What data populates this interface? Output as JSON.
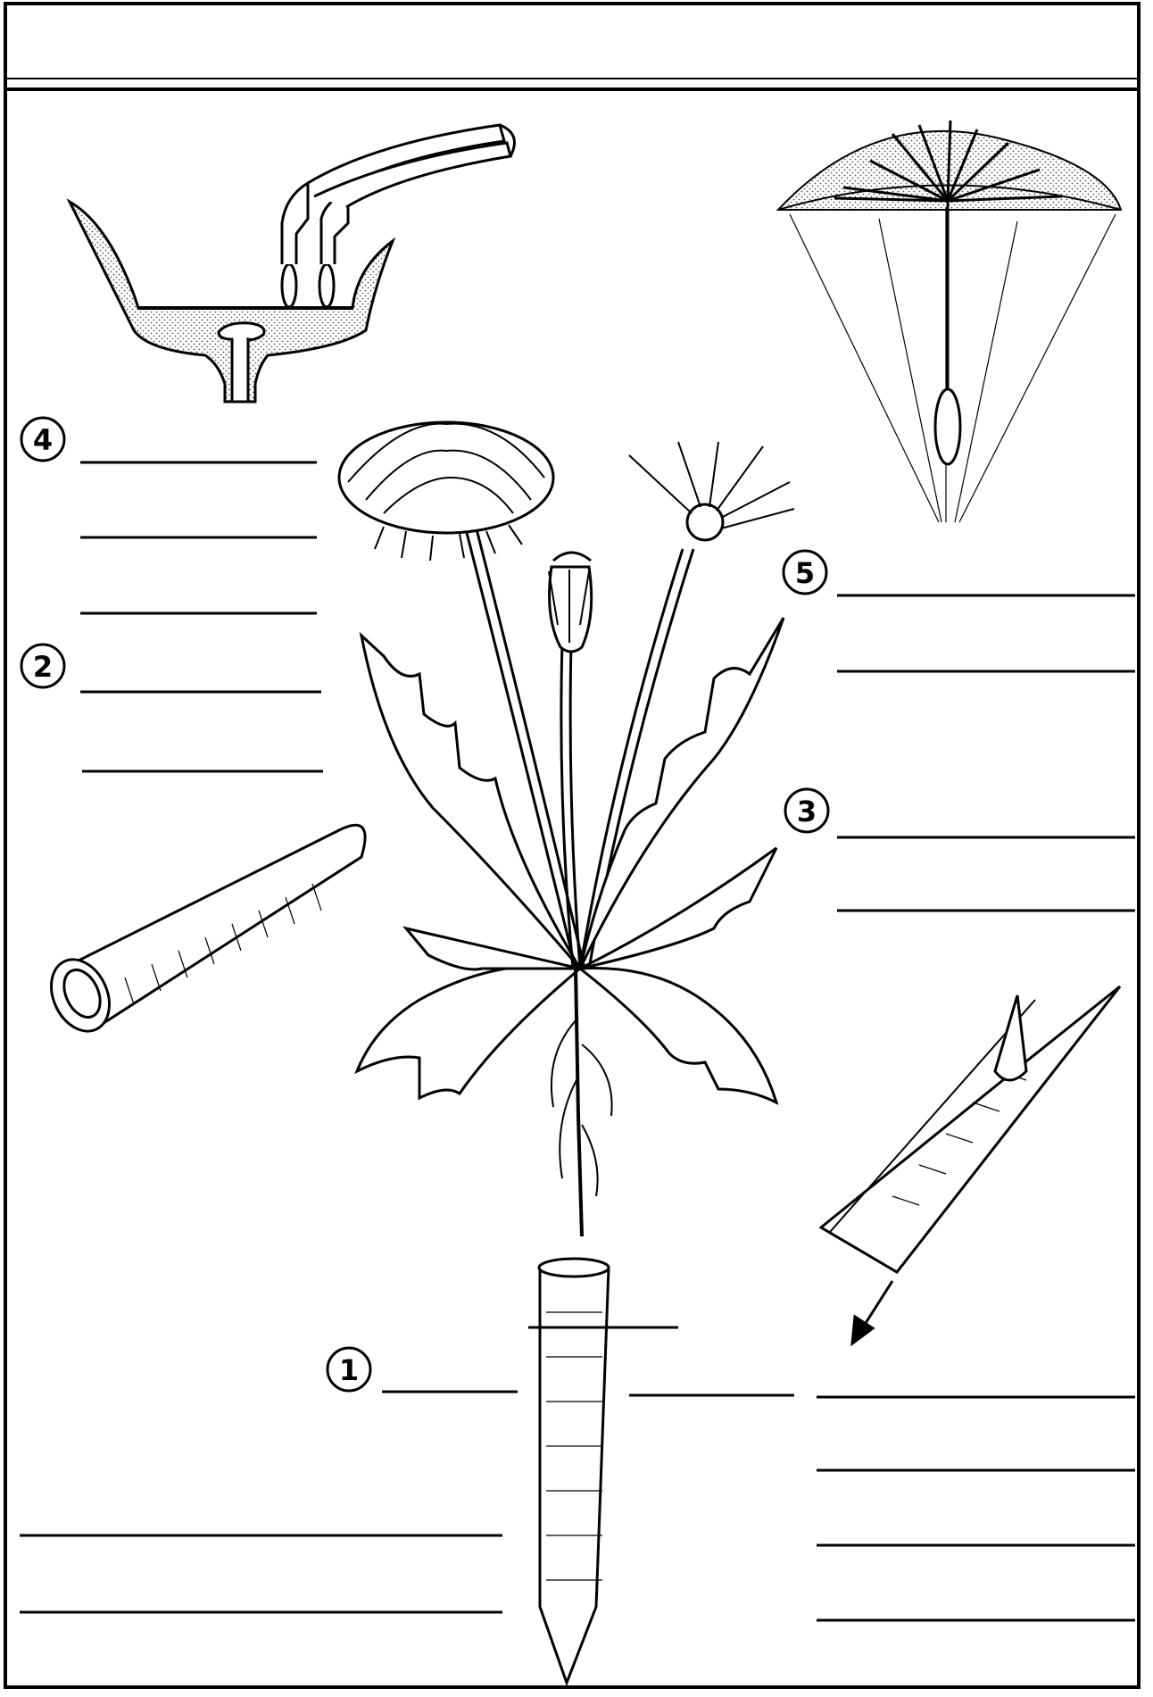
{
  "markers": {
    "m1": "1",
    "m2": "2",
    "m3": "3",
    "m4": "4",
    "m5": "5"
  },
  "colors": {
    "ink": "#000000",
    "paper": "#ffffff",
    "stipple": "#d9d9d9"
  },
  "icons": {
    "flower": "floret-cross-section",
    "seed": "dandelion-seed-parachute",
    "plant": "dandelion-plant",
    "stem": "hollow-stem-tube",
    "root": "taproot-cone",
    "leaf": "leaf-edge-detail"
  }
}
